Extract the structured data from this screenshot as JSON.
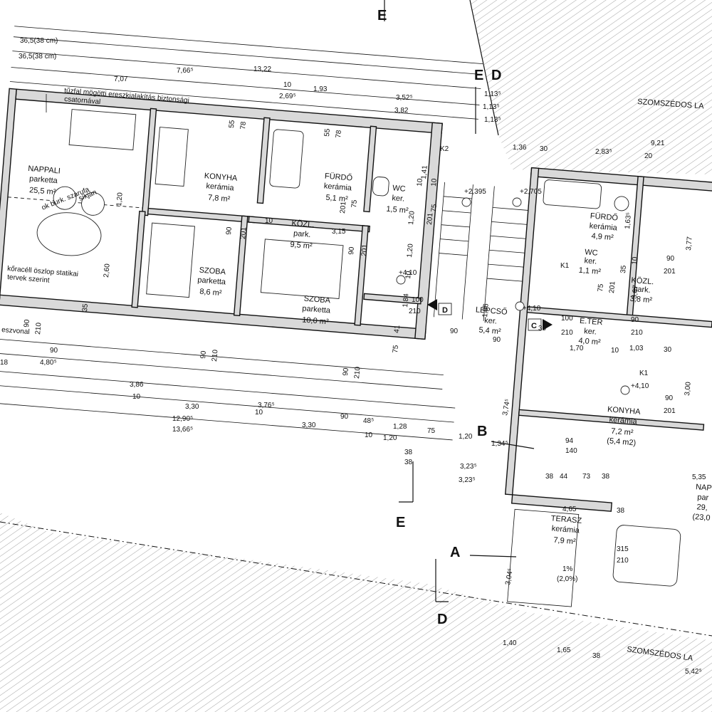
{
  "colors": {
    "line": "#111111",
    "wall_fill": "#d9d9d9",
    "hatch": "#8a8a8a",
    "background": "#ffffff"
  },
  "section_markers": {
    "A": "A",
    "B": "B",
    "C": "C",
    "D": "D",
    "E": "E"
  },
  "neighbors": {
    "top": "SZOMSZÉDOS LA",
    "bottom": "SZOMSZÉDOS LA"
  },
  "notes": {
    "gutter_line1": "tűzfal mögötti ereszkialakítás biztonsági",
    "gutter_line2": "csatornával",
    "roof_line1": "ok burk. szarufa",
    "roof_line2": "síkján",
    "column_line1": "kőracéll öszlop statikai",
    "column_line2": "tervek szerint",
    "edge_line": "eszvonal",
    "k2": "K2",
    "k1a": "K1",
    "k1b": "K1"
  },
  "rooms": [
    {
      "name": "NAPPALI",
      "floor": "parketta",
      "area": "25,5 m²"
    },
    {
      "name": "KONYHA",
      "floor": "kerámia",
      "area": "7,8 m²"
    },
    {
      "name": "FÜRDŐ",
      "floor": "kerámia",
      "area": "5,1 m²"
    },
    {
      "name": "WC",
      "floor": "ker.",
      "area": "1,5 m²"
    },
    {
      "name": "KÖZL.",
      "floor": "park.",
      "area": "9,5 m²"
    },
    {
      "name": "SZOBA",
      "floor": "parketta",
      "area": "8,6 m²"
    },
    {
      "name": "SZOBA",
      "floor": "parketta",
      "area": "10,0 m²"
    },
    {
      "name": "LÉPCSŐ",
      "floor": "ker.",
      "area": "5,4 m²"
    },
    {
      "name": "FÜRDŐ",
      "floor": "kerámia",
      "area": "4,9 m²"
    },
    {
      "name": "WC",
      "floor": "ker.",
      "area": "1,1 m²"
    },
    {
      "name": "KÖZL.",
      "floor": "park.",
      "area": "3,8 m²"
    },
    {
      "name": "E.TÉR",
      "floor": "ker.",
      "area": "4,0 m²"
    },
    {
      "name": "KONYHA",
      "floor": "kerámia",
      "area": "7,2 m²",
      "extra": "(5,4 m2)"
    },
    {
      "name": "TERASZ",
      "floor": "kerámia",
      "area": "7,9 m²"
    },
    {
      "name": "NAP",
      "floor": "par",
      "area": "29,",
      "extra": "(23,0"
    }
  ],
  "levels": [
    "+2,395",
    "+2,705",
    "+4,10",
    "+4,10",
    "+4,10"
  ],
  "dimensions_top": [
    "36,5(38 cm)",
    "36,5(38 cm)",
    "7,66⁵",
    "13,22",
    "7,07",
    "10",
    "1,93",
    "3,52⁵",
    "2,69⁵",
    "3,82",
    "1,13⁵",
    "1,13⁵",
    "1,13⁵",
    "9,21",
    "1,36",
    "30",
    "2,83⁵",
    "20"
  ],
  "dimensions_bottom": [
    "90",
    "4,80⁵",
    "3,86",
    "10",
    "3,30",
    "3,76⁵",
    "10",
    "12,90⁵",
    "90",
    "48⁵",
    "3,30",
    "1,28",
    "10",
    "1,20",
    "38",
    "75",
    "1,20",
    "13,66⁵",
    "38",
    "3,23⁵",
    "3,23⁵",
    "1,34⁵",
    "3,74⁵",
    "3,04⁵",
    "1,40",
    "1,65",
    "38",
    "5,42⁵"
  ],
  "dimensions_inner": [
    "55",
    "78",
    "55",
    "78",
    "10",
    "3,15",
    "201",
    "75",
    "90",
    "201",
    "90",
    "201",
    "1,20",
    "2,60",
    "1,20",
    "35",
    "90",
    "210",
    "90",
    "210",
    "90",
    "210",
    "41",
    "75",
    "10",
    "1,41",
    "10",
    "75",
    "201",
    "1,20",
    "10",
    "1,84",
    "100",
    "210",
    "1,96",
    "90",
    "90",
    "30",
    "100",
    "210",
    "1,70",
    "10",
    "1,03",
    "30",
    "3,77",
    "3,67",
    "3,00",
    "90",
    "201",
    "90",
    "201",
    "90",
    "210",
    "4,65",
    "38",
    "315",
    "210",
    "94",
    "140",
    "38",
    "44",
    "73",
    "38",
    "5,35",
    "1%",
    "(2,0%)",
    "1,63⁵",
    "10",
    "75",
    "201",
    "35",
    "18"
  ]
}
